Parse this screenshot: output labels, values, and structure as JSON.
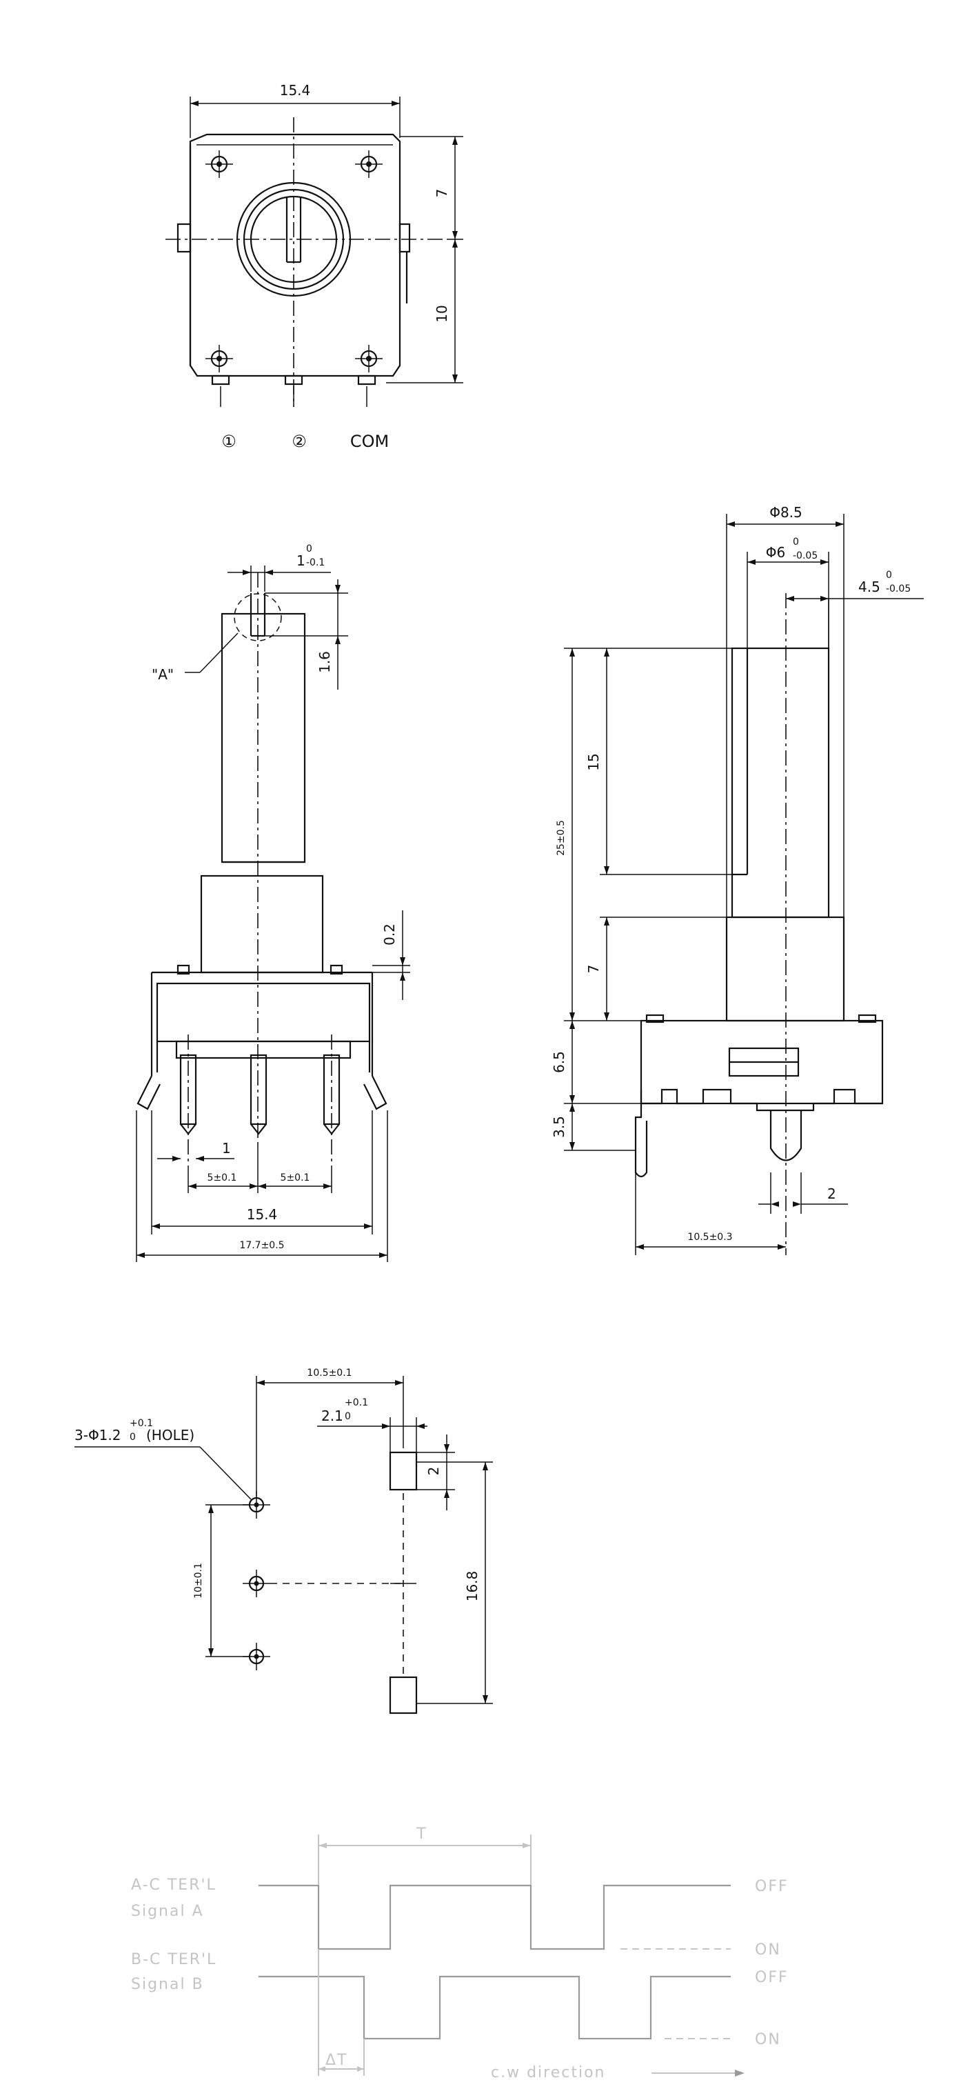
{
  "top_view": {
    "width_dim": "15.4",
    "upper_dim": "7",
    "lower_dim": "10",
    "pin_labels": [
      "①",
      "②",
      "COM"
    ]
  },
  "front_view": {
    "slot_width": "1",
    "slot_tol_upper": "0",
    "slot_tol_lower": "-0.1",
    "detail_label": "\"A\"",
    "slot_depth": "1.6",
    "step_dim": "0.2",
    "pin_dim": "1",
    "pitch1": "5±0.1",
    "pitch2": "5±0.1",
    "body_width": "15.4",
    "overall_width": "17.7±0.5"
  },
  "side_view": {
    "collar_dia": "Φ8.5",
    "shaft_dia": "Φ6",
    "shaft_dia_tol_upper": "0",
    "shaft_dia_tol_lower": "-0.05",
    "flat_dim": "4.5",
    "flat_tol_upper": "0",
    "flat_tol_lower": "-0.05",
    "total_height": "25±0.5",
    "shaft_len": "15",
    "bush_len": "7",
    "body_h": "6.5",
    "pin_h": "3.5",
    "pin_dim": "2",
    "depth": "10.5±0.3"
  },
  "pcb_layout": {
    "hole_spec": "3-Φ1.2",
    "hole_tol_upper": "+0.1",
    "hole_tol_lower": "0",
    "hole_suffix": "(HOLE)",
    "horiz_dim": "10.5±0.1",
    "slot_w": "2.1",
    "slot_w_tol_upper": "+0.1",
    "slot_w_tol_lower": "0",
    "slot_h": "2",
    "pitch_dim": "10±0.1",
    "span_dim": "16.8"
  },
  "timing": {
    "period_label": "T",
    "phase_label": "ΔT",
    "signal_a_name": "A-C TER'L",
    "signal_a_label": "Signal A",
    "signal_b_name": "B-C TER'L",
    "signal_b_label": "Signal B",
    "off_label": "OFF",
    "on_label": "ON",
    "direction_label": "c.w direction"
  }
}
